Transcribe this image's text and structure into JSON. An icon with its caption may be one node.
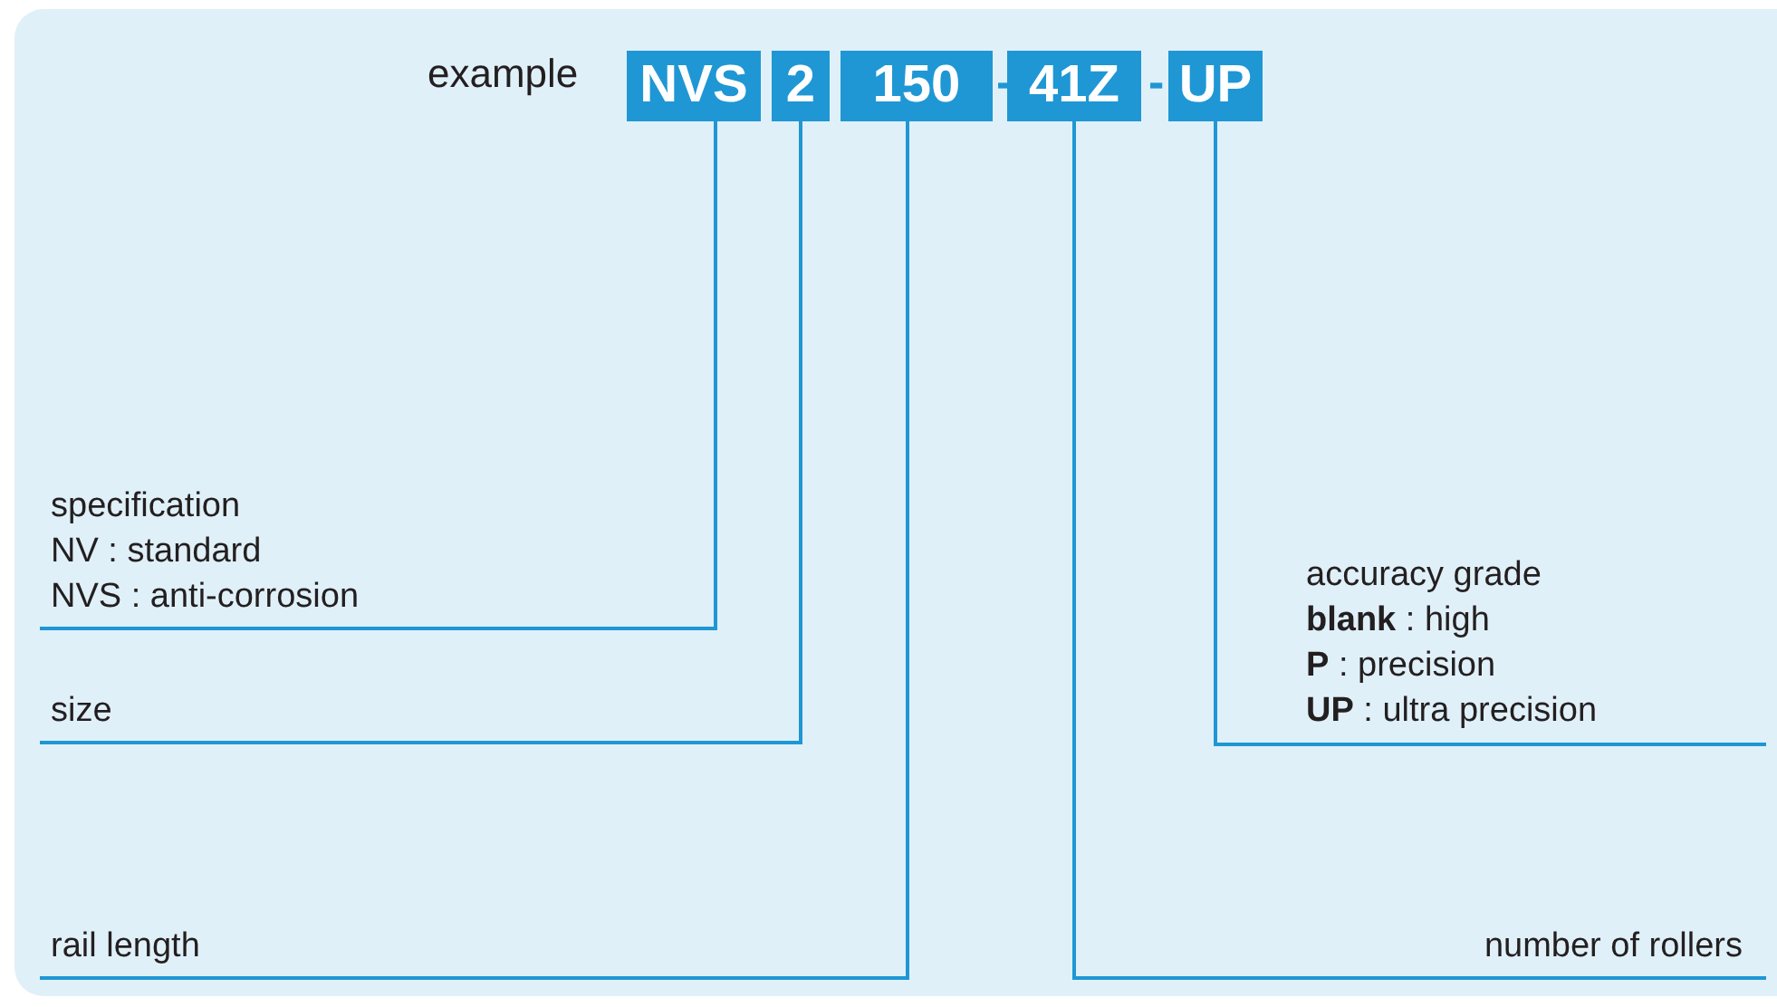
{
  "diagram": {
    "nodes": [
      {
        "text": [
          "NVS"
        ]
      },
      {
        "text": [
          "2"
        ]
      },
      {
        "text": [
          "150"
        ]
      },
      {
        "text": [
          "41Z"
        ]
      },
      {
        "text": [
          "UP"
        ]
      },
      {
        "text": [
          "specification",
          "NV : standard",
          "NVS : anti-corrosion"
        ]
      },
      {
        "text": [
          "accuracy grade",
          "**blank** : high",
          "**P** : precision",
          "**UP** : ultra precision"
        ]
      },
      {
        "text": [
          "size"
        ]
      },
      {
        "text": [
          "rail length"
        ]
      },
      {
        "text": [
          "number of rollers"
        ]
      }
    ],
    "edges": [
      {
        "from": 0,
        "to": 5,
        "arrow": "none"
      },
      {
        "from": 1,
        "to": 7,
        "arrow": "none"
      },
      {
        "from": 2,
        "to": 8,
        "arrow": "none"
      },
      {
        "from": 3,
        "to": 9,
        "arrow": "none"
      },
      {
        "from": 4,
        "to": 6,
        "arrow": "none"
      }
    ],
    "labels": [
      "example",
      "-",
      "-"
    ]
  }
}
